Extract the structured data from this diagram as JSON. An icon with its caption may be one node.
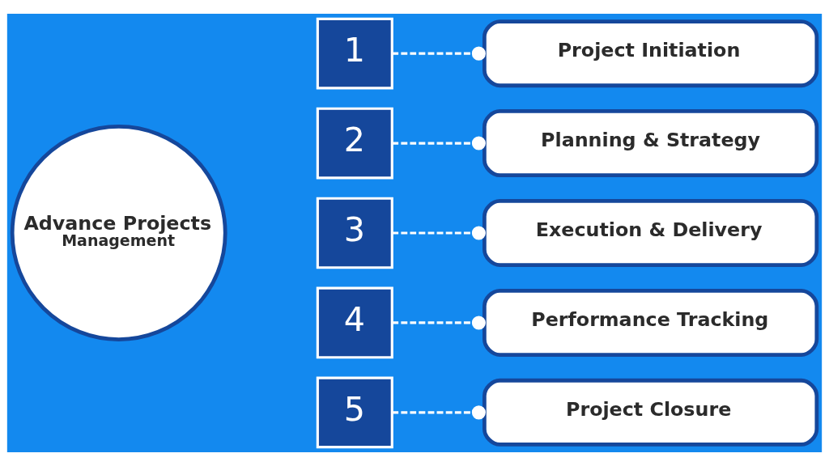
{
  "diagram": {
    "nodes": [
      {
        "text": [
          "Advance Projects",
          "Management"
        ]
      },
      {
        "text": [
          "1"
        ]
      },
      {
        "text": [
          "2"
        ]
      },
      {
        "text": [
          "3"
        ]
      },
      {
        "text": [
          "4"
        ]
      },
      {
        "text": [
          "5"
        ]
      },
      {
        "text": [
          "Project Initiation"
        ]
      },
      {
        "text": [
          "Planning & Strategy"
        ]
      },
      {
        "text": [
          "Execution & Delivery"
        ]
      },
      {
        "text": [
          "Performance Tracking"
        ]
      },
      {
        "text": [
          "Project Closure"
        ]
      }
    ],
    "edges": [
      {
        "from": 1,
        "to": 6,
        "arrow": "other",
        "style": "dashed"
      },
      {
        "from": 2,
        "to": 7,
        "arrow": "other",
        "style": "dashed"
      },
      {
        "from": 3,
        "to": 8,
        "arrow": "other",
        "style": "dashed"
      },
      {
        "from": 4,
        "to": 9,
        "arrow": "other",
        "style": "dashed"
      },
      {
        "from": 5,
        "to": 10,
        "arrow": "other",
        "style": "dashed"
      }
    ]
  }
}
